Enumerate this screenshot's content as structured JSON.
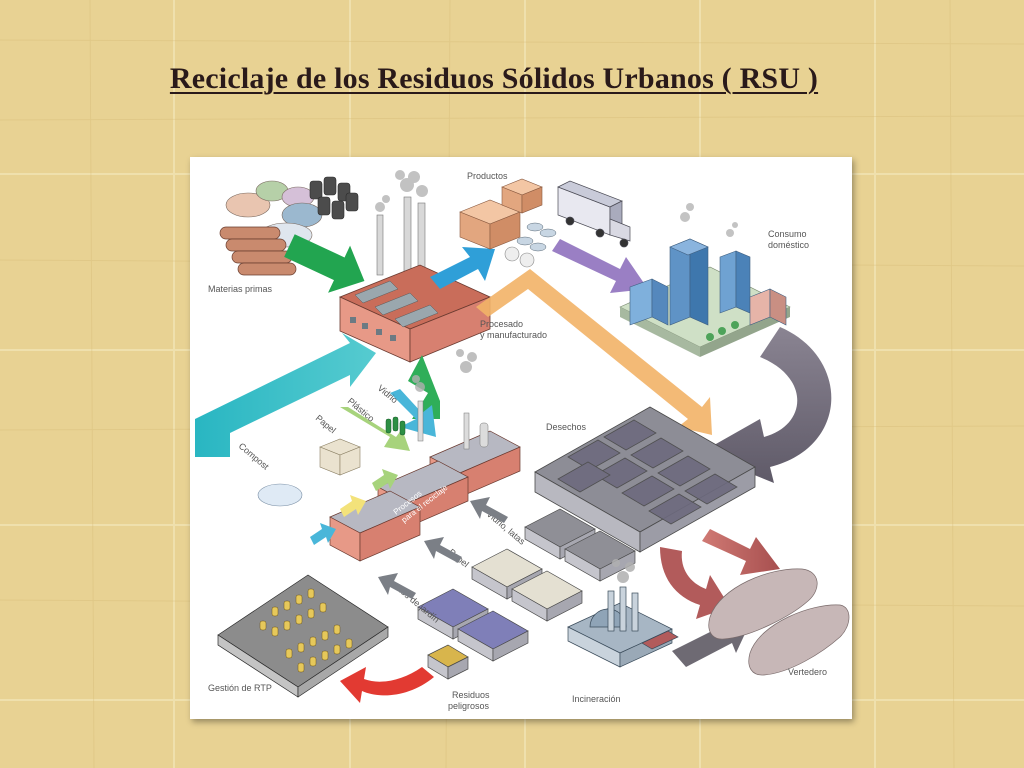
{
  "slide": {
    "title": "Reciclaje de los Residuos Sólidos Urbanos ( RSU )"
  },
  "diagram": {
    "labels": {
      "materias_primas": "Materias primas",
      "productos": "Productos",
      "consumo_line1": "Consumo",
      "consumo_line2": "doméstico",
      "procesado_line1": "Procesado",
      "procesado_line2": "y manufacturado",
      "desechos": "Desechos",
      "vidrio": "Vidrio",
      "plastico": "Plástico",
      "papel": "Papel",
      "compost": "Compost",
      "procesos_line1": "Procesos",
      "procesos_line2": "para el reciclaje",
      "vidrio_latas": "Vidrio, latas",
      "papel_lower": "Papel",
      "restos_jardin": "Restos de jardín",
      "residuos_line1": "Residuos",
      "residuos_line2": "peligrosos",
      "gestion_rtp": "Gestión de RTP",
      "incineracion": "Incineración",
      "vertedero": "Vertedero"
    }
  },
  "colors": {
    "background": "#e6cf8e",
    "arrow_green": "#22a550",
    "arrow_blue": "#2f9fd8",
    "arrow_purple": "#9a7fc4",
    "arrow_orange": "#f2b267",
    "arrow_grey": "#7a7581",
    "arrow_red": "#e23a32",
    "arrow_teal": "#1fb3b3",
    "arrow_brick": "#b25b5b",
    "factory_brick": "#e79987"
  }
}
